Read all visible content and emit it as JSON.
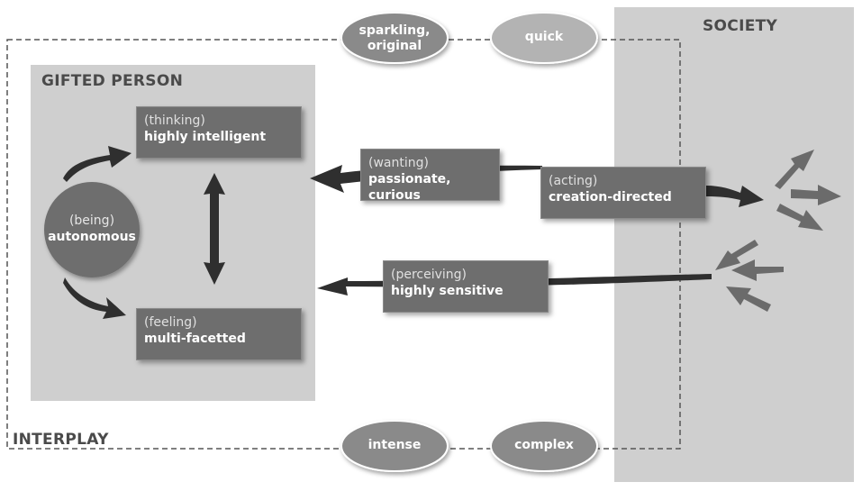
{
  "panels": {
    "gifted_person": "GIFTED PERSON",
    "society": "SOCIETY",
    "interplay": "INTERPLAY"
  },
  "center": {
    "mode": "(being)",
    "quality": "autonomous"
  },
  "boxes": {
    "thinking": {
      "mode": "(thinking)",
      "quality": "highly intelligent"
    },
    "feeling": {
      "mode": "(feeling)",
      "quality": "multi-facetted"
    },
    "wanting": {
      "mode": "(wanting)",
      "quality": "passionate, curious"
    },
    "acting": {
      "mode": "(acting)",
      "quality": "creation-directed"
    },
    "perceiving": {
      "mode": "(perceiving)",
      "quality": "highly sensitive"
    }
  },
  "ellipses": {
    "top": [
      {
        "line1": "sparkling,",
        "line2": "original"
      },
      {
        "line1": "quick",
        "line2": ""
      }
    ],
    "bottom": [
      {
        "line1": "intense",
        "line2": ""
      },
      {
        "line1": "complex",
        "line2": ""
      }
    ]
  },
  "colors": {
    "panel_fill": "#cfcfcf",
    "box_fill": "#6e6e6e",
    "arrow": "#2f2f2f",
    "society_arrow": "#6b6b6b",
    "ellipse_dark": "#8a8a8a",
    "ellipse_light": "#b3b3b3"
  }
}
